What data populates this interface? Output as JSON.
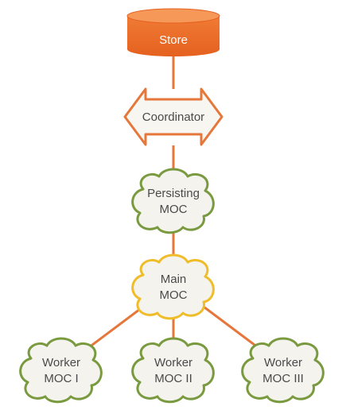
{
  "colors": {
    "connector": "#e6773b",
    "store_fill": "#ec6d2b",
    "coordinator_stroke": "#e6773b",
    "persisting_stroke": "#7a9a40",
    "main_stroke": "#f0bd2a",
    "worker_stroke": "#7a9a40"
  },
  "nodes": {
    "store": {
      "label": "Store"
    },
    "coordinator": {
      "label": "Coordinator"
    },
    "persisting": {
      "line1": "Persisting",
      "line2": "MOC"
    },
    "main": {
      "line1": "Main",
      "line2": "MOC"
    },
    "worker1": {
      "line1": "Worker",
      "line2": "MOC I"
    },
    "worker2": {
      "line1": "Worker",
      "line2": "MOC II"
    },
    "worker3": {
      "line1": "Worker",
      "line2": "MOC III"
    }
  }
}
